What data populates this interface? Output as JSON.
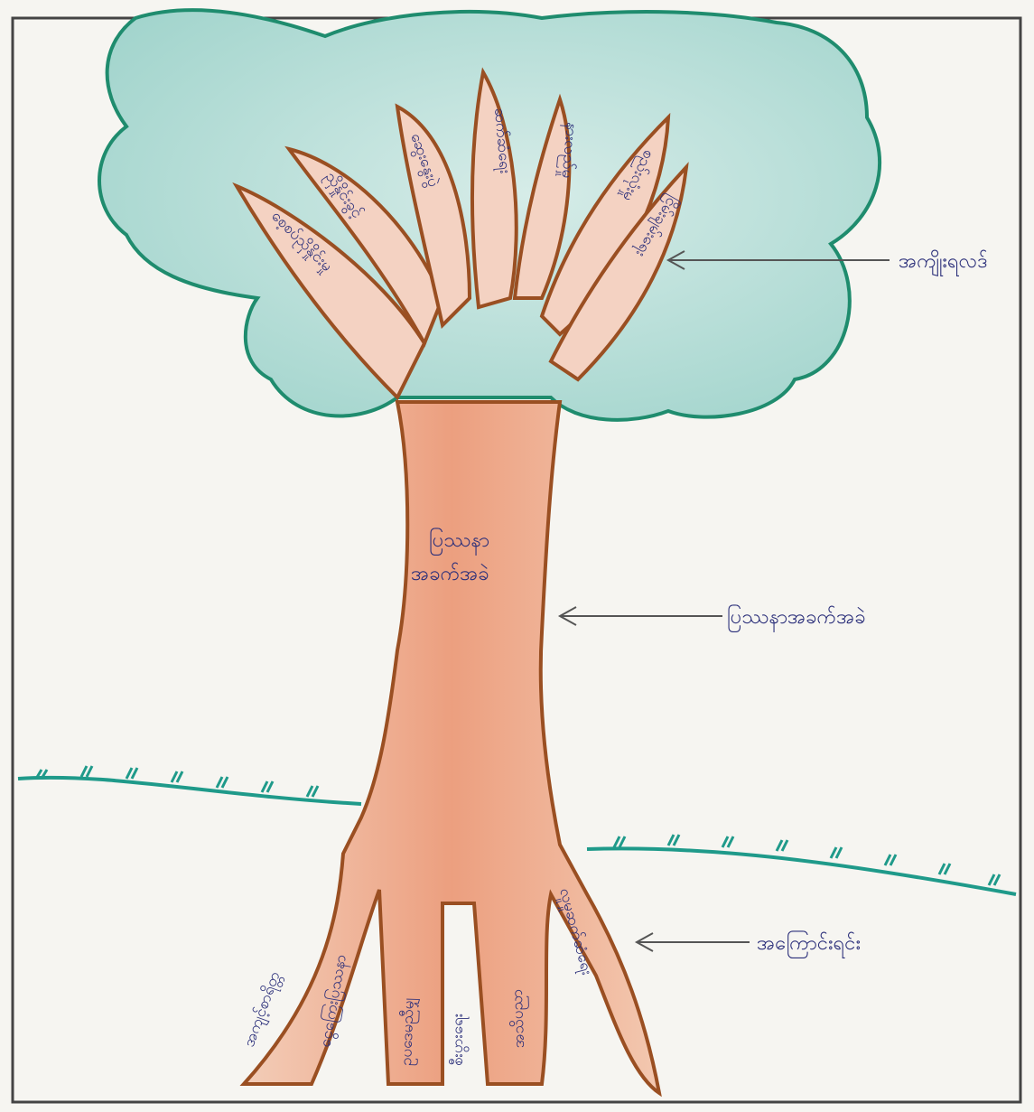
{
  "diagram": {
    "labels": {
      "fruits": "အကျိုးရလဒ်",
      "trunk": "ပြဿနာအခက်အခဲ",
      "roots": "အကြောင်းရင်း"
    },
    "trunk_text": {
      "line1": "ပြဿနာ",
      "line2": "အခက်အခဲ"
    },
    "branch_texts": [
      "စေ့စပ်ညှိနှိုင်းမှု",
      "ညှိနှိုင်းခွင့်",
      "ဆွေးနွေးပွဲ",
      "ဆက်ဆံရေး",
      "နားလည်မှု",
      "စည်းလုံးမှု",
      "ငြိမ်းချမ်းရေး"
    ],
    "root_texts": [
      "အကျင့်စာရိတ္တ",
      "ငွေကြေးပြဿနာ",
      "ဥပဒေမညီမျှ",
      "စီးပွားရေး",
      "အသိပညာ",
      "လူမှုဆက်ဆံရေး"
    ],
    "colors": {
      "canopy_fill": "#bfe0dc",
      "canopy_outline": "#1f8c6e",
      "trunk_fill": "#f0bfa6",
      "trunk_outline": "#9a4f22",
      "grass": "#1f9a8a",
      "ink": "#2b2f7a",
      "frame": "#444444"
    }
  }
}
